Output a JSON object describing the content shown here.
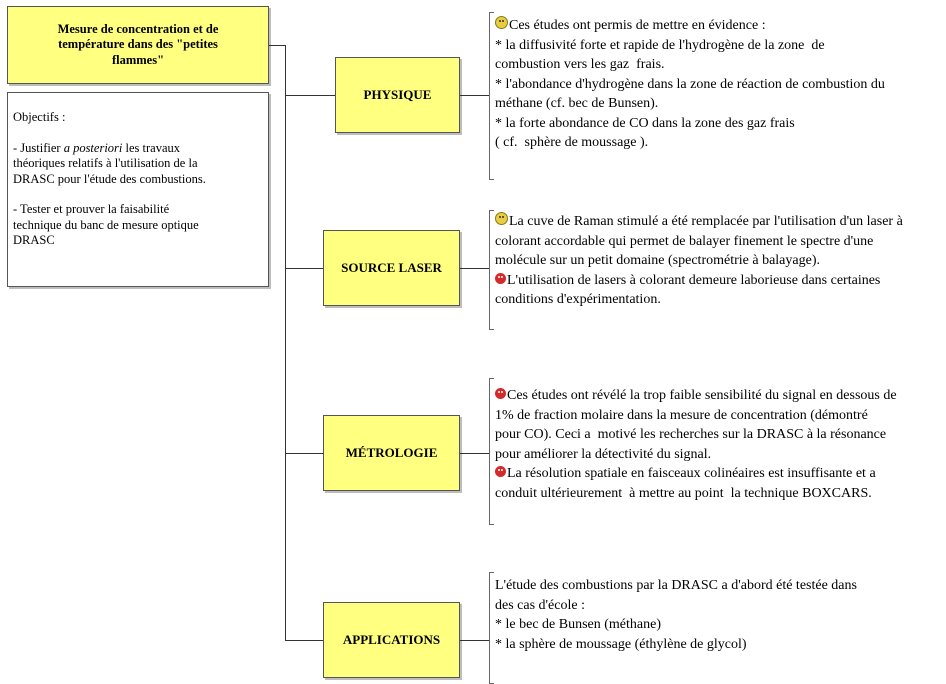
{
  "title_box": {
    "line1": "Mesure de concentration et de",
    "line2": "température dans des \"petites",
    "line3": "flammes\""
  },
  "objectives": {
    "heading": "Objectifs :",
    "item1_a": "- Justifier ",
    "item1_italic": "a posteriori",
    "item1_b": " les travaux",
    "item1_l2": "théoriques relatifs à l'utilisation de la",
    "item1_l3": "DRASC pour l'étude des combustions.",
    "item2_l1": "- Tester et prouver la faisabilité",
    "item2_l2": "technique du banc de mesure optique",
    "item2_l3": "DRASC"
  },
  "topics": [
    {
      "label": "PHYSIQUE",
      "lines": [
        {
          "icon": "smiley",
          "text": "Ces études ont permis de mettre en évidence :"
        },
        {
          "icon": "",
          "text": "* la diffusivité forte et rapide de l'hydrogène de la zone  de"
        },
        {
          "icon": "",
          "text": "combustion vers les gaz  frais."
        },
        {
          "icon": "",
          "text": "* l'abondance d'hydrogène dans la zone de réaction de combustion du"
        },
        {
          "icon": "",
          "text": "méthane (cf. bec de Bunsen)."
        },
        {
          "icon": "",
          "text": "* la forte abondance de CO dans la zone des gaz frais"
        },
        {
          "icon": "",
          "text": "( cf.  sphère de moussage )."
        }
      ]
    },
    {
      "label": "SOURCE LASER",
      "lines": [
        {
          "icon": "smiley",
          "text": "La cuve de Raman stimulé a été remplacée par l'utilisation d'un laser à"
        },
        {
          "icon": "",
          "text": "colorant accordable qui permet de balayer finement le spectre d'une"
        },
        {
          "icon": "",
          "text": "molécule sur un petit domaine (spectrométrie à balayage)."
        },
        {
          "icon": "frown",
          "text": "L'utilisation de lasers à colorant demeure laborieuse dans certaines"
        },
        {
          "icon": "",
          "text": "conditions d'expérimentation."
        }
      ]
    },
    {
      "label": "MÉTROLOGIE",
      "lines": [
        {
          "icon": "frown",
          "text": "Ces études ont révélé la trop faible sensibilité du signal en dessous de"
        },
        {
          "icon": "",
          "text": "1% de fraction molaire dans la mesure de concentration (démontré"
        },
        {
          "icon": "",
          "text": "pour CO). Ceci a  motivé les recherches sur la DRASC à la résonance"
        },
        {
          "icon": "",
          "text": "pour améliorer la détectivité du signal."
        },
        {
          "icon": "frown",
          "text": "La résolution spatiale en faisceaux colinéaires est insuffisante et a"
        },
        {
          "icon": "",
          "text": "conduit ultérieurement  à mettre au point  la technique BOXCARS."
        }
      ]
    },
    {
      "label": "APPLICATIONS",
      "lines": [
        {
          "icon": "",
          "text": "L'étude des combustions par la DRASC a d'abord été testée dans"
        },
        {
          "icon": "",
          "text": "des cas d'école :"
        },
        {
          "icon": "",
          "text": "* le bec de Bunsen (méthane)"
        },
        {
          "icon": "",
          "text": "* la sphère de moussage (éthylène de glycol)"
        }
      ]
    }
  ]
}
